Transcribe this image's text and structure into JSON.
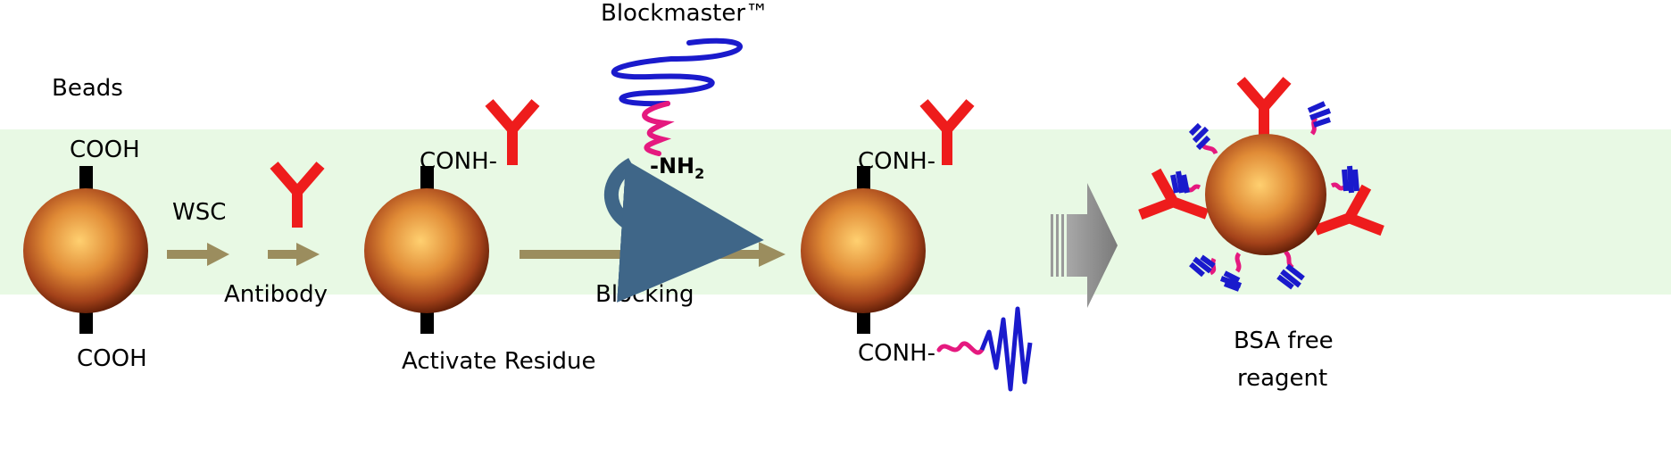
{
  "labels": {
    "beads": "Beads",
    "cooh_top": "COOH",
    "cooh_bottom": "COOH",
    "wsc": "WSC",
    "antibody": "Antibody",
    "conh_1": "CONH-",
    "activate_residue": "Activate Residue",
    "blockmaster": "Blockmaster™",
    "nh2_prefix": "-NH",
    "nh2_sub": "2",
    "blocking": "Blocking",
    "conh_2": "CONH-",
    "conh_3": "CONH-",
    "bsa_line1": "BSA free",
    "bsa_line2": "reagent"
  },
  "colors": {
    "band": "#e8f9e4",
    "arrow": "#9b8d5e",
    "antibody": "#ee1c1c",
    "protein": "#1a1acc",
    "linker": "#e5197f",
    "curved_arrow": "#3f6688",
    "big_arrow": "#8c8c8c",
    "bead_center": "#ffd070",
    "bead_edge": "#5c1c06"
  }
}
